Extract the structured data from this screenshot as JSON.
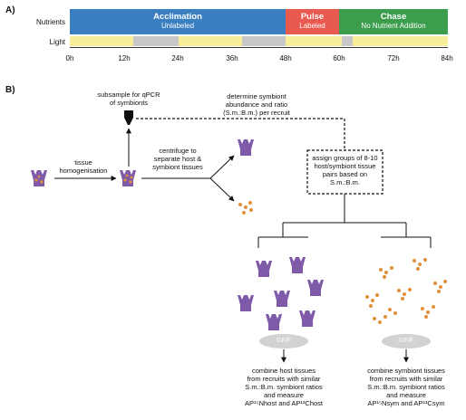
{
  "panel_a": {
    "label": "A)",
    "rows": {
      "nutrients": "Nutrients",
      "light": "Light"
    },
    "phases": [
      {
        "title": "Acclimation",
        "subtitle": "Unlabeled",
        "color": "#3a7fc0"
      },
      {
        "title": "Pulse",
        "subtitle": "Labeled",
        "color": "#e8594f"
      },
      {
        "title": "Chase",
        "subtitle": "No Nutrient Addition",
        "color": "#3c9d4c"
      }
    ],
    "ticks": [
      "0h",
      "12h",
      "24h",
      "36h",
      "48h",
      "60h",
      "72h",
      "84h"
    ],
    "light_colors": {
      "light": "#f7ee9c",
      "dark": "#c8c8c8"
    }
  },
  "panel_b": {
    "label": "B)",
    "qpcr": "subsample for qPCR\nof symbionts",
    "determine": "determine symbiont\nabundance and ratio\n(S.m.:B.m.) per recruit",
    "tissue": "tissue\nhomogenisation",
    "centrifuge": "centrifuge to\nseparate host &\nsymbiont tissues",
    "assign": "assign groups of 8-10\nhost/symbiont tissue\npairs based on\nS.m.:B.m.",
    "gf_left": "GF/F",
    "gf_right": "GF/F",
    "combine_host": "combine host tissues\nfrom recruits with similar\nS.m.:B.m. symbiont ratios\nand measure\nAP¹⁵Nhost and AP¹³Chost",
    "combine_sym": "combine symbiont tissues\nfrom recruits with similar\nS.m.:B.m. symbiont ratios\nand measure\nAP¹⁵Nsym and AP¹³Csym",
    "colors": {
      "host": "#7f5aa8",
      "symbiont": "#e0913a",
      "filter": "#d2d2d2"
    }
  }
}
